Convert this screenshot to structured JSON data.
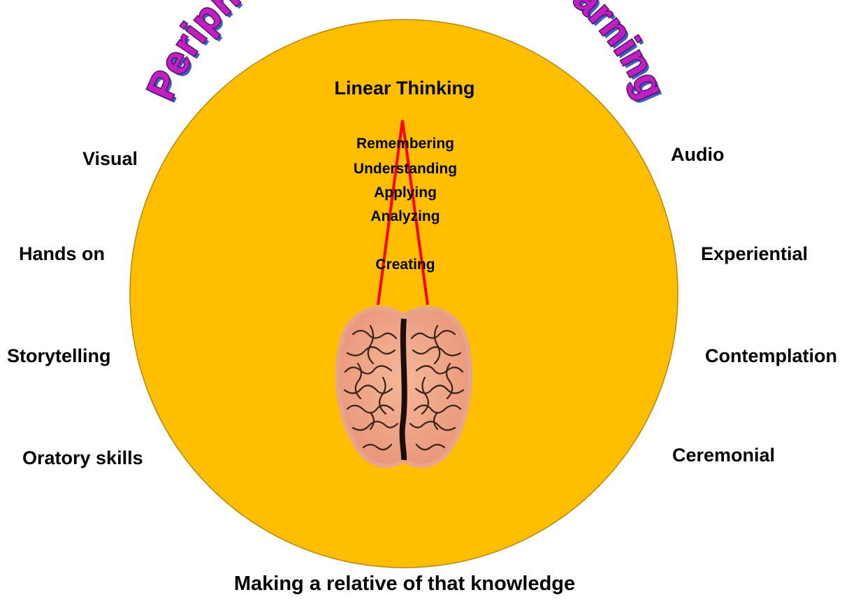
{
  "title": "Peripheral Teaching & Learning",
  "center_heading": "Linear Thinking",
  "cognitive_stages": [
    "Remembering",
    "Understanding",
    "Applying",
    "Analyzing",
    "Creating"
  ],
  "left_modes": [
    "Visual",
    "Hands on",
    "Storytelling",
    "Oratory skills"
  ],
  "right_modes": [
    "Audio",
    "Experiential",
    "Contemplation",
    "Ceremonial"
  ],
  "footer": "Making a relative of that knowledge",
  "colors": {
    "circle_fill": "#FFBF00",
    "circle_stroke": "#B8860B",
    "title_fill": "#C020C0",
    "title_outline": "#5A1070",
    "title_shadow": "#3A5FBF",
    "beam": "#FF0000",
    "brain_fill": "#F2A585",
    "brain_lines": "#3A2418",
    "text": "#000000"
  },
  "icons": [
    "brain-icon"
  ]
}
